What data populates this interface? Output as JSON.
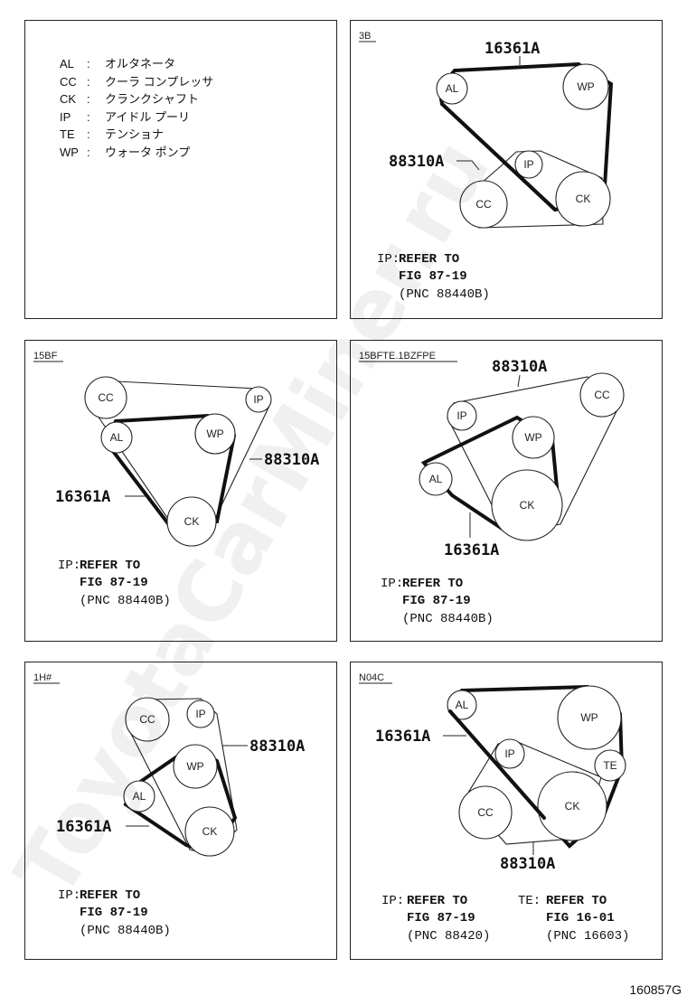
{
  "legend": [
    {
      "code": "AL",
      "sep": ":",
      "name": "オルタネータ"
    },
    {
      "code": "CC",
      "sep": ":",
      "name": "クーラ コンプレッサ"
    },
    {
      "code": "CK",
      "sep": ":",
      "name": "クランクシャフト"
    },
    {
      "code": "IP",
      "sep": ":",
      "name": "アイドル プーリ"
    },
    {
      "code": "TE",
      "sep": ":",
      "name": "テンショナ"
    },
    {
      "code": "WP",
      "sep": ":",
      "name": "ウォータ ポンプ"
    }
  ],
  "panels": {
    "p3b": {
      "tag": "3B",
      "belt_a": "16361A",
      "belt_b": "88310A",
      "ref": {
        "label": "IP:",
        "line1": "REFER TO",
        "line2": "FIG 87-19",
        "line3": "(PNC 88440B)"
      }
    },
    "p15bf": {
      "tag": "15BF",
      "belt_a": "16361A",
      "belt_b": "88310A",
      "ref": {
        "label": "IP:",
        "line1": "REFER TO",
        "line2": "FIG 87-19",
        "line3": "(PNC 88440B)"
      }
    },
    "p15bfte": {
      "tag": "15BFTE.1BZFPE",
      "belt_a": "16361A",
      "belt_b": "88310A",
      "ref": {
        "label": "IP:",
        "line1": "REFER TO",
        "line2": "FIG 87-19",
        "line3": "(PNC 88440B)"
      }
    },
    "p1h": {
      "tag": "1H#",
      "belt_a": "16361A",
      "belt_b": "88310A",
      "ref": {
        "label": "IP:",
        "line1": "REFER TO",
        "line2": "FIG 87-19",
        "line3": "(PNC 88440B)"
      }
    },
    "pn04c": {
      "tag": "N04C",
      "belt_a": "16361A",
      "belt_b": "88310A",
      "ref": {
        "label": "IP:",
        "line1": "REFER TO",
        "line2": "FIG 87-19",
        "line3": "(PNC 88420)"
      },
      "ref2": {
        "label": "TE:",
        "line1": "REFER TO",
        "line2": "FIG 16-01",
        "line3": "(PNC 16603)"
      }
    }
  },
  "pulley_labels": {
    "al": "AL",
    "wp": "WP",
    "ip": "IP",
    "cc": "CC",
    "ck": "CK",
    "te": "TE"
  },
  "watermark": "ToyotaCarMiner.ru",
  "figure_number": "160857G"
}
